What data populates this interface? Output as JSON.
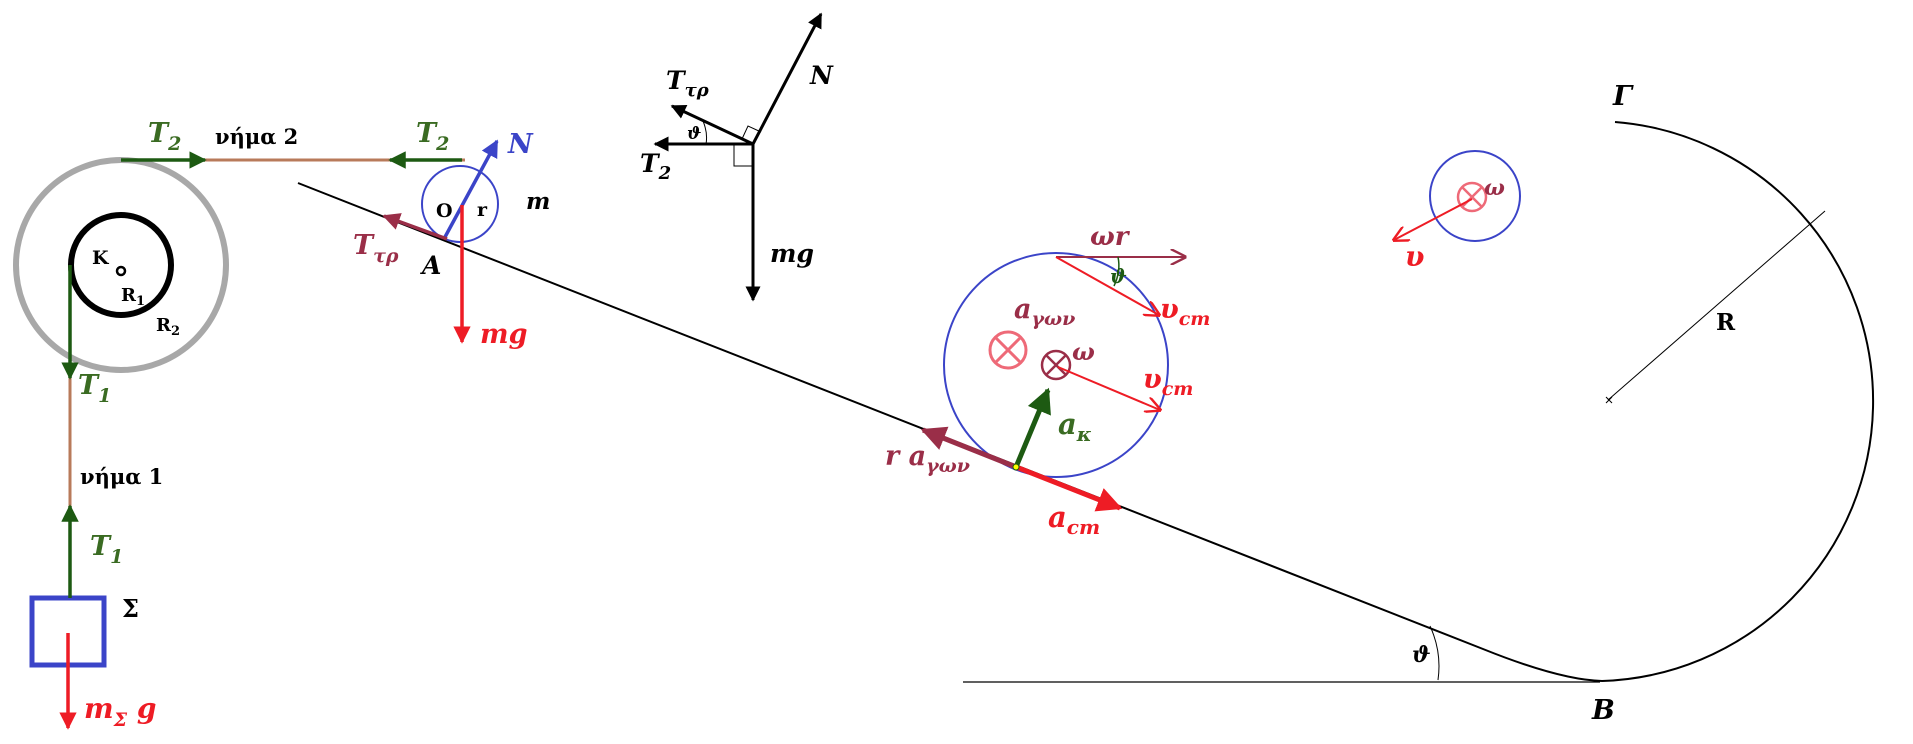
{
  "colors": {
    "green": "#1d5a12",
    "label_green": "#3a6b22",
    "red": "#ee1c25",
    "maroon": "#9a2e48",
    "blue": "#3b44c8",
    "rope": "#b87a5a",
    "gray": "#a8a8a8",
    "pink": "#ee6a78",
    "black": "#000000"
  },
  "labels": {
    "T2_left": "T",
    "T2_left_sub": "2",
    "T2_right": "T",
    "T2_right_sub": "2",
    "rope2": "νήμα 2",
    "rope1": "νήμα 1",
    "T1_top": "T",
    "T1_top_sub": "1",
    "T1_bottom": "T",
    "T1_bottom_sub": "1",
    "K": "K",
    "R1": "R",
    "R1_sub": "1",
    "R2": "R",
    "R2_sub": "2",
    "Sigma": "Σ",
    "mSg": "m",
    "mSg_sub": "Σ",
    "mSg_g": " g",
    "N_small": "N",
    "O": "O",
    "r": "r",
    "m": "m",
    "A": "A",
    "Ttr_small": "T",
    "Ttr_small_sub": "τρ",
    "mg_small": "mg",
    "Ttr_fbd": "T",
    "Ttr_fbd_sub": "τρ",
    "N_fbd": "N",
    "theta_fbd": "ϑ",
    "T2_fbd": "T",
    "T2_fbd_sub": "2",
    "mg_fbd": "mg",
    "omega_r": "ωr",
    "theta_big": "ϑ",
    "vcm_top": "υ",
    "vcm_top_sub": "cm",
    "a_gon": "a",
    "a_gon_sub": "γων",
    "omega_big": "ω",
    "vcm_mid": "υ",
    "vcm_mid_sub": "cm",
    "a_k": "a",
    "a_k_sub": "κ",
    "r_agon": "r a",
    "r_agon_sub": "γων",
    "a_cm": "a",
    "a_cm_sub": "cm",
    "omega_small": "ω",
    "upsilon": "υ",
    "Gamma": "Γ",
    "R": "R",
    "theta_B": "ϑ",
    "B": "B"
  }
}
